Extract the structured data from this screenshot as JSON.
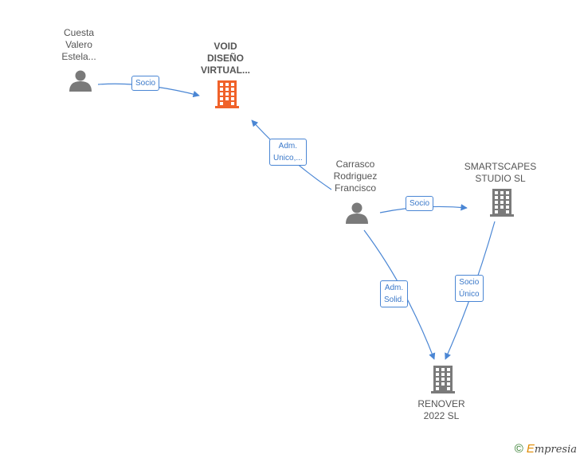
{
  "nodes": {
    "cuesta": {
      "label_lines": [
        "Cuesta",
        "Valero",
        "Estela..."
      ],
      "kind": "person",
      "icon": "person-icon"
    },
    "void": {
      "label_lines": [
        "VOID",
        "DISEÑO",
        "VIRTUAL..."
      ],
      "kind": "company",
      "icon": "building-icon",
      "focus": true
    },
    "carrasco": {
      "label_lines": [
        "Carrasco",
        "Rodriguez",
        "Francisco"
      ],
      "kind": "person",
      "icon": "person-icon"
    },
    "smartscapes": {
      "label_lines": [
        "SMARTSCAPES",
        "STUDIO  SL"
      ],
      "kind": "company",
      "icon": "building-icon"
    },
    "renover": {
      "label_lines": [
        "RENOVER",
        "2022  SL"
      ],
      "kind": "company",
      "icon": "building-icon"
    }
  },
  "edges": [
    {
      "from": "cuesta",
      "to": "void",
      "label_lines": [
        "Socio"
      ]
    },
    {
      "from": "carrasco",
      "to": "void",
      "label_lines": [
        "Adm.",
        "Unico,..."
      ]
    },
    {
      "from": "carrasco",
      "to": "smartscapes",
      "label_lines": [
        "Socio"
      ]
    },
    {
      "from": "carrasco",
      "to": "renover",
      "label_lines": [
        "Adm.",
        "Solid."
      ]
    },
    {
      "from": "smartscapes",
      "to": "renover",
      "label_lines": [
        "Socio",
        "Único"
      ]
    }
  ],
  "colors": {
    "edge": "#4a86d4",
    "person_icon": "#7a7a7a",
    "company_icon": "#7a7a7a",
    "focus_company_icon": "#f0622a"
  },
  "footer": {
    "copyright": "©",
    "brand_first": "E",
    "brand_rest": "mpresia"
  }
}
